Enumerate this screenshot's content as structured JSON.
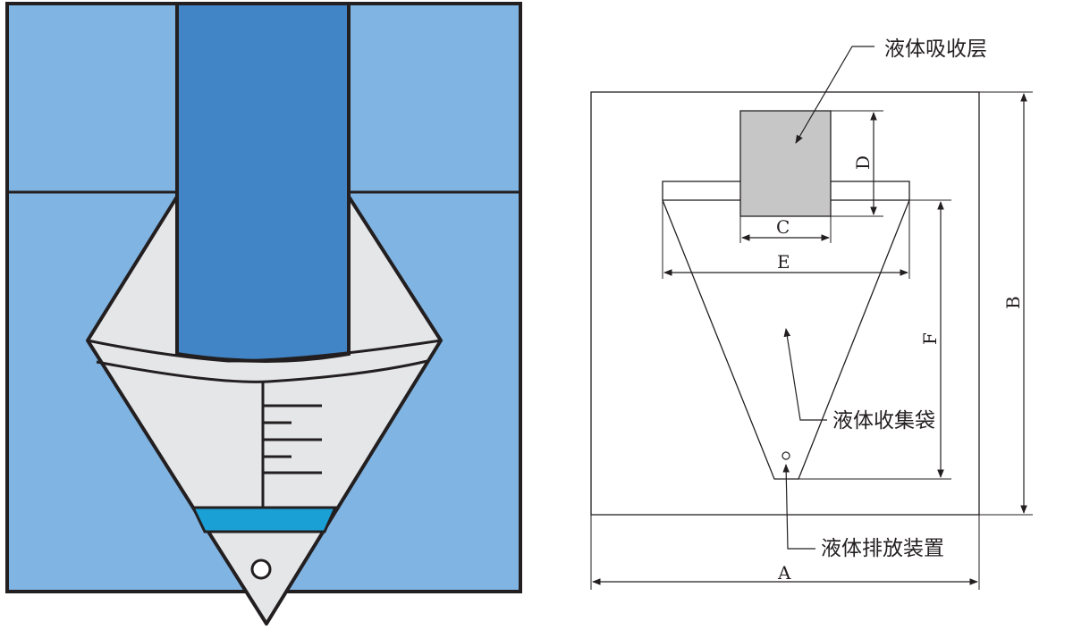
{
  "colors": {
    "sheet": "#80b4e2",
    "strip": "#4285c6",
    "bag": "#e5e6e8",
    "band": "#1ba0d6",
    "stroke": "#231f20",
    "absorb": "#c6c6c6"
  },
  "labels": {
    "absorb_layer": "液体吸收层",
    "collect_bag": "液体收集袋",
    "drain_device": "液体排放装置"
  },
  "dims": {
    "A": "A",
    "B": "B",
    "C": "C",
    "D": "D",
    "E": "E",
    "F": "F"
  }
}
